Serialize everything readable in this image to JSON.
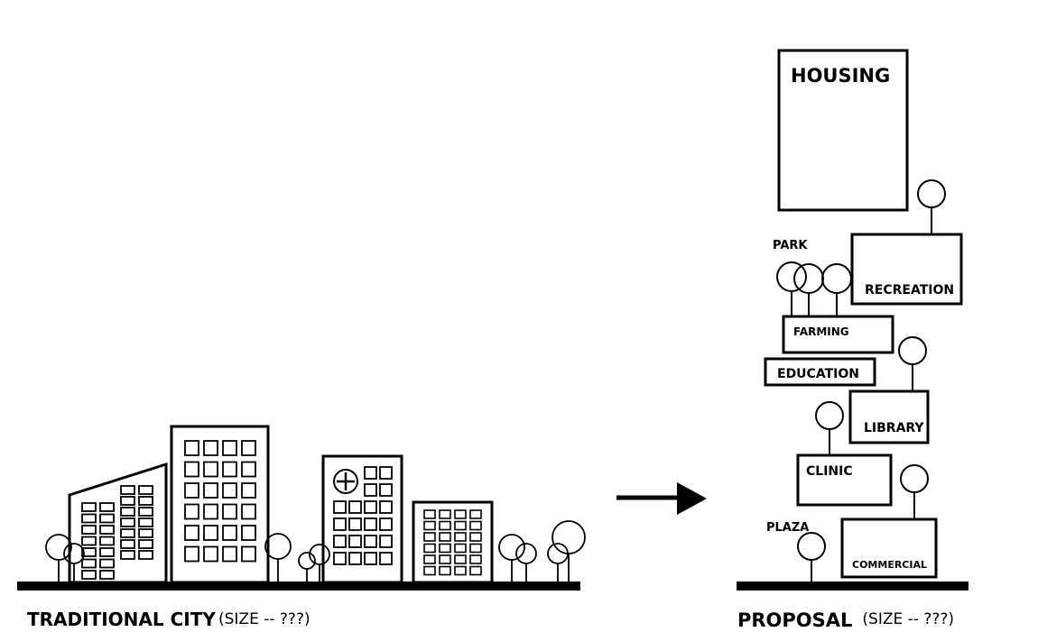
{
  "traditional": {
    "title": "TRADITIONAL CITY",
    "size_note": "(SIZE -- ???)",
    "hospital_symbol": "cross-in-circle-icon"
  },
  "proposal": {
    "title": "PROPOSAL",
    "size_note": " (SIZE -- ???)",
    "blocks": {
      "housing": "HOUSING",
      "recreation": "RECREATION",
      "farming": "FARMING",
      "education": "EDUCATION",
      "library": "LIBRARY",
      "clinic": "CLINIC",
      "commercial": "COMMERCIAL"
    },
    "labels": {
      "park": "PARK",
      "plaza": "PLAZA"
    }
  },
  "arrow_icon": "right-arrow-icon"
}
